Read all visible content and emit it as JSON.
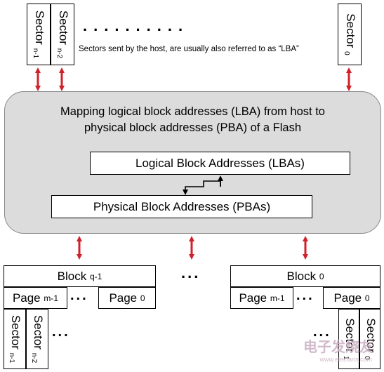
{
  "host_sectors": {
    "items": [
      {
        "label": "Sector",
        "subscript": "n-1"
      },
      {
        "label": "Sector",
        "subscript": "n-2"
      },
      {
        "label": "Sector",
        "subscript": "0"
      }
    ],
    "dots": "..........",
    "note": "Sectors sent by the host, are usually  also referred to as “LBA”"
  },
  "mapping": {
    "title_line1": "Mapping logical block addresses (LBA) from host to",
    "title_line2": "physical block addresses (PBA) of a Flash",
    "lba_label": "Logical Block Addresses (LBAs)",
    "pba_label": "Physical Block Addresses (PBAs)"
  },
  "flash": {
    "middle_dots": "...",
    "blocks": [
      {
        "label": "Block",
        "subscript": "q-1",
        "page_first": {
          "label": "Page",
          "subscript": "m-1"
        },
        "page_last": {
          "label": "Page",
          "subscript": "0"
        },
        "page_dots": "...",
        "sectors": [
          {
            "label": "Sector",
            "subscript": "n-1"
          },
          {
            "label": "Sector",
            "subscript": "n-2"
          }
        ],
        "sector_dots": "..."
      },
      {
        "label": "Block",
        "subscript": "0",
        "page_first": {
          "label": "Page",
          "subscript": "m-1"
        },
        "page_last": {
          "label": "Page",
          "subscript": "0"
        },
        "page_dots": "...",
        "sectors": [
          {
            "label": "Sector",
            "subscript": "1"
          },
          {
            "label": "Sector",
            "subscript": "0"
          }
        ],
        "sector_dots": "..."
      }
    ]
  },
  "colors": {
    "arrow": "#d0202a",
    "mapping_fill": "#dcdcdc"
  },
  "watermark": {
    "text": "电子发烧友",
    "url": "www.elecfans.com"
  }
}
